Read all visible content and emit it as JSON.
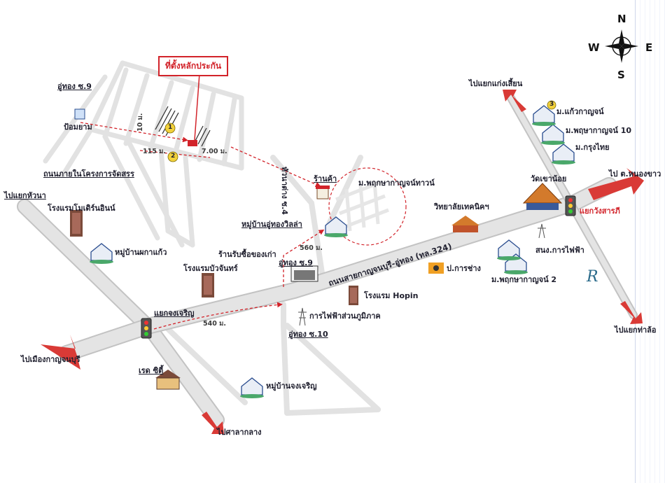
{
  "map": {
    "project_marker_label": "ที่ตั้งหลักประกัน",
    "compass": {
      "n": "N",
      "s": "S",
      "e": "E",
      "w": "W"
    },
    "labels": {
      "soi9_top": "อู่ทอง ซ.9",
      "pom_yam": "ป้อมยาม",
      "internal_road": "ถนนภายในโครงการจัดสรร",
      "to_yaek_hua_na": "ไปแยกหัวนา",
      "modern_inn": "โรงแรมโมเดิร์นอินน์",
      "ban_phaka_kaeo": "หมู่บ้านผกาแก้ว",
      "bua_chan_hotel": "โรงแรมบัวจันทร์",
      "yaek_chong_charoen": "แยกจงเจริญ",
      "to_kanchanaburi": "ไปเมืองกาญจนบุรี",
      "red_city": "เรด ซิตี้",
      "to_san_klang": "ไปศาลากลาง",
      "ban_chong_charoen": "หมู่บ้านจงเจริญ",
      "hopin_hotel": "โรงแรม Hopin",
      "pea_regional": "การไฟฟ้าส่วนภูมิภาค",
      "soi10": "อู่ทอง ซ.10",
      "rab_sue": "ร้านรับซื้อของเก่า",
      "soi9_mid": "อู่ทอง ซ.9",
      "ban_uthong_villa": "หมู่บ้านอู่ทองวิลล่า",
      "ran_kha": "ร้านค้า",
      "hua_na_tang": "หัวนาต่าง ซ.4",
      "phruksa_town": "ม.พฤกษากาญจน์ทาวน์",
      "main_road": "ถนนสายกาญจนบุรี-อู่ทอง (ทล.324)",
      "technical_college": "วิทยาลัยเทคนิคฯ",
      "p_kanchang": "ป.การช่าง",
      "wat_khao_noi": "วัดเขาน้อย",
      "to_nong_khao": "ไป ต.หนองขาว",
      "yaek_wang_sarapi": "แยกวังสารภี",
      "to_yaek_kaeng_sian": "ไปแยกแก่งเสี้ยน",
      "m_kaeo_kan": "ม.แก้วกาญจน์",
      "m_phruksa_10": "ม.พฤษากาญจน์ 10",
      "m_krungthai": "ม.กรุงไทย",
      "pea_station": "สนง.การไฟฟ้า",
      "m_phruksa_2": "ม.พฤกษากาญจน์ 2",
      "to_yaek_tha_lo": "ไปแยกท่าล้อ",
      "dist_10": "10 ม.",
      "dist_115": "115 ม.",
      "dist_7": "7.00 ม.",
      "dist_560": "560 ม.",
      "dist_540": "540 ม.",
      "num_1": "1",
      "num_2": "2",
      "num_3": "3"
    },
    "colors": {
      "road_fill": "#e4e4e4",
      "road_edge": "#c3c3c3",
      "arrow_red": "#d93a36",
      "marker_red": "#d2232a",
      "label_dark": "#1f1f2e"
    }
  }
}
